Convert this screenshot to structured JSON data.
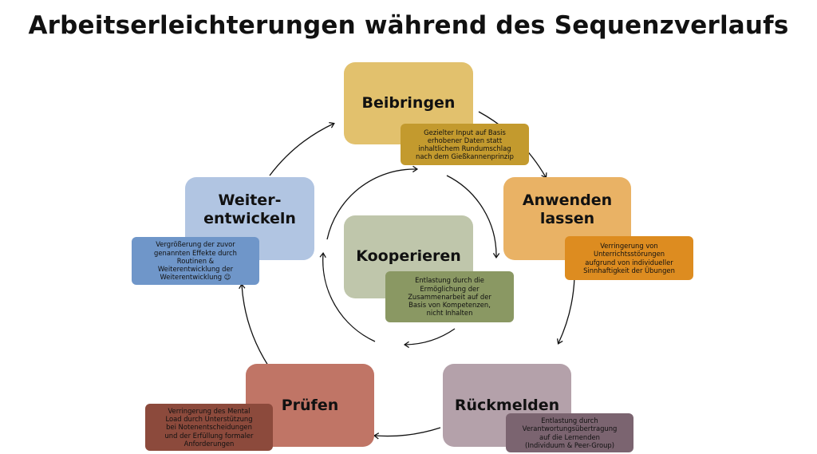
{
  "title": "Arbeitserleichterungen während des Sequenzverlaufs",
  "stages": {
    "beibringen": {
      "label": "Beibringen",
      "note": "Gezielter Input auf Basis\nerhobener Daten statt\ninhaltlichem Rundumschlag\nnach dem Gießkannenprinzip"
    },
    "anwenden": {
      "label": "Anwenden\nlassen",
      "note": "Verringerung von\nUnterrichtsstörungen\naufgrund von individueller\nSinnhaftigkeit der Übungen"
    },
    "rueckmelden": {
      "label": "Rückmelden",
      "note": "Entlastung durch\nVerantwortungsübertragung\nauf die Lernenden\n(Individuum & Peer-Group)"
    },
    "pruefen": {
      "label": "Prüfen",
      "note": "Verringerung des Mental\nLoad durch Unterstützung\nbei Notenentscheidungen\nund der Erfüllung formaler\nAnforderungen"
    },
    "weiterentwickeln": {
      "label": "Weiter-\nentwickeln",
      "note": "Vergrößerung der zuvor\ngenannten Effekte durch\nRoutinen &\nWeiterentwicklung der\nWeiterentwicklung 😉"
    },
    "kooperieren": {
      "label": "Kooperieren",
      "note": "Entlastung durch die\nErmöglichung der\nZusammenarbeit auf der\nBasis von Kompetenzen,\nnicht Inhalten"
    }
  },
  "colors": {
    "beibringen_box": "#e2c16d",
    "beibringen_note": "#c39a2e",
    "anwenden_box": "#e9b265",
    "anwenden_note": "#dd8c20",
    "rueckmelden_box": "#b4a1aa",
    "rueckmelden_note": "#7b6470",
    "pruefen_box": "#c07566",
    "pruefen_note": "#8c4a3c",
    "weiterentwickeln_box": "#b1c5e2",
    "weiterentwickeln_note": "#6f96c9",
    "kooperieren_box": "#bfc6ab",
    "kooperieren_note": "#8a9863"
  }
}
